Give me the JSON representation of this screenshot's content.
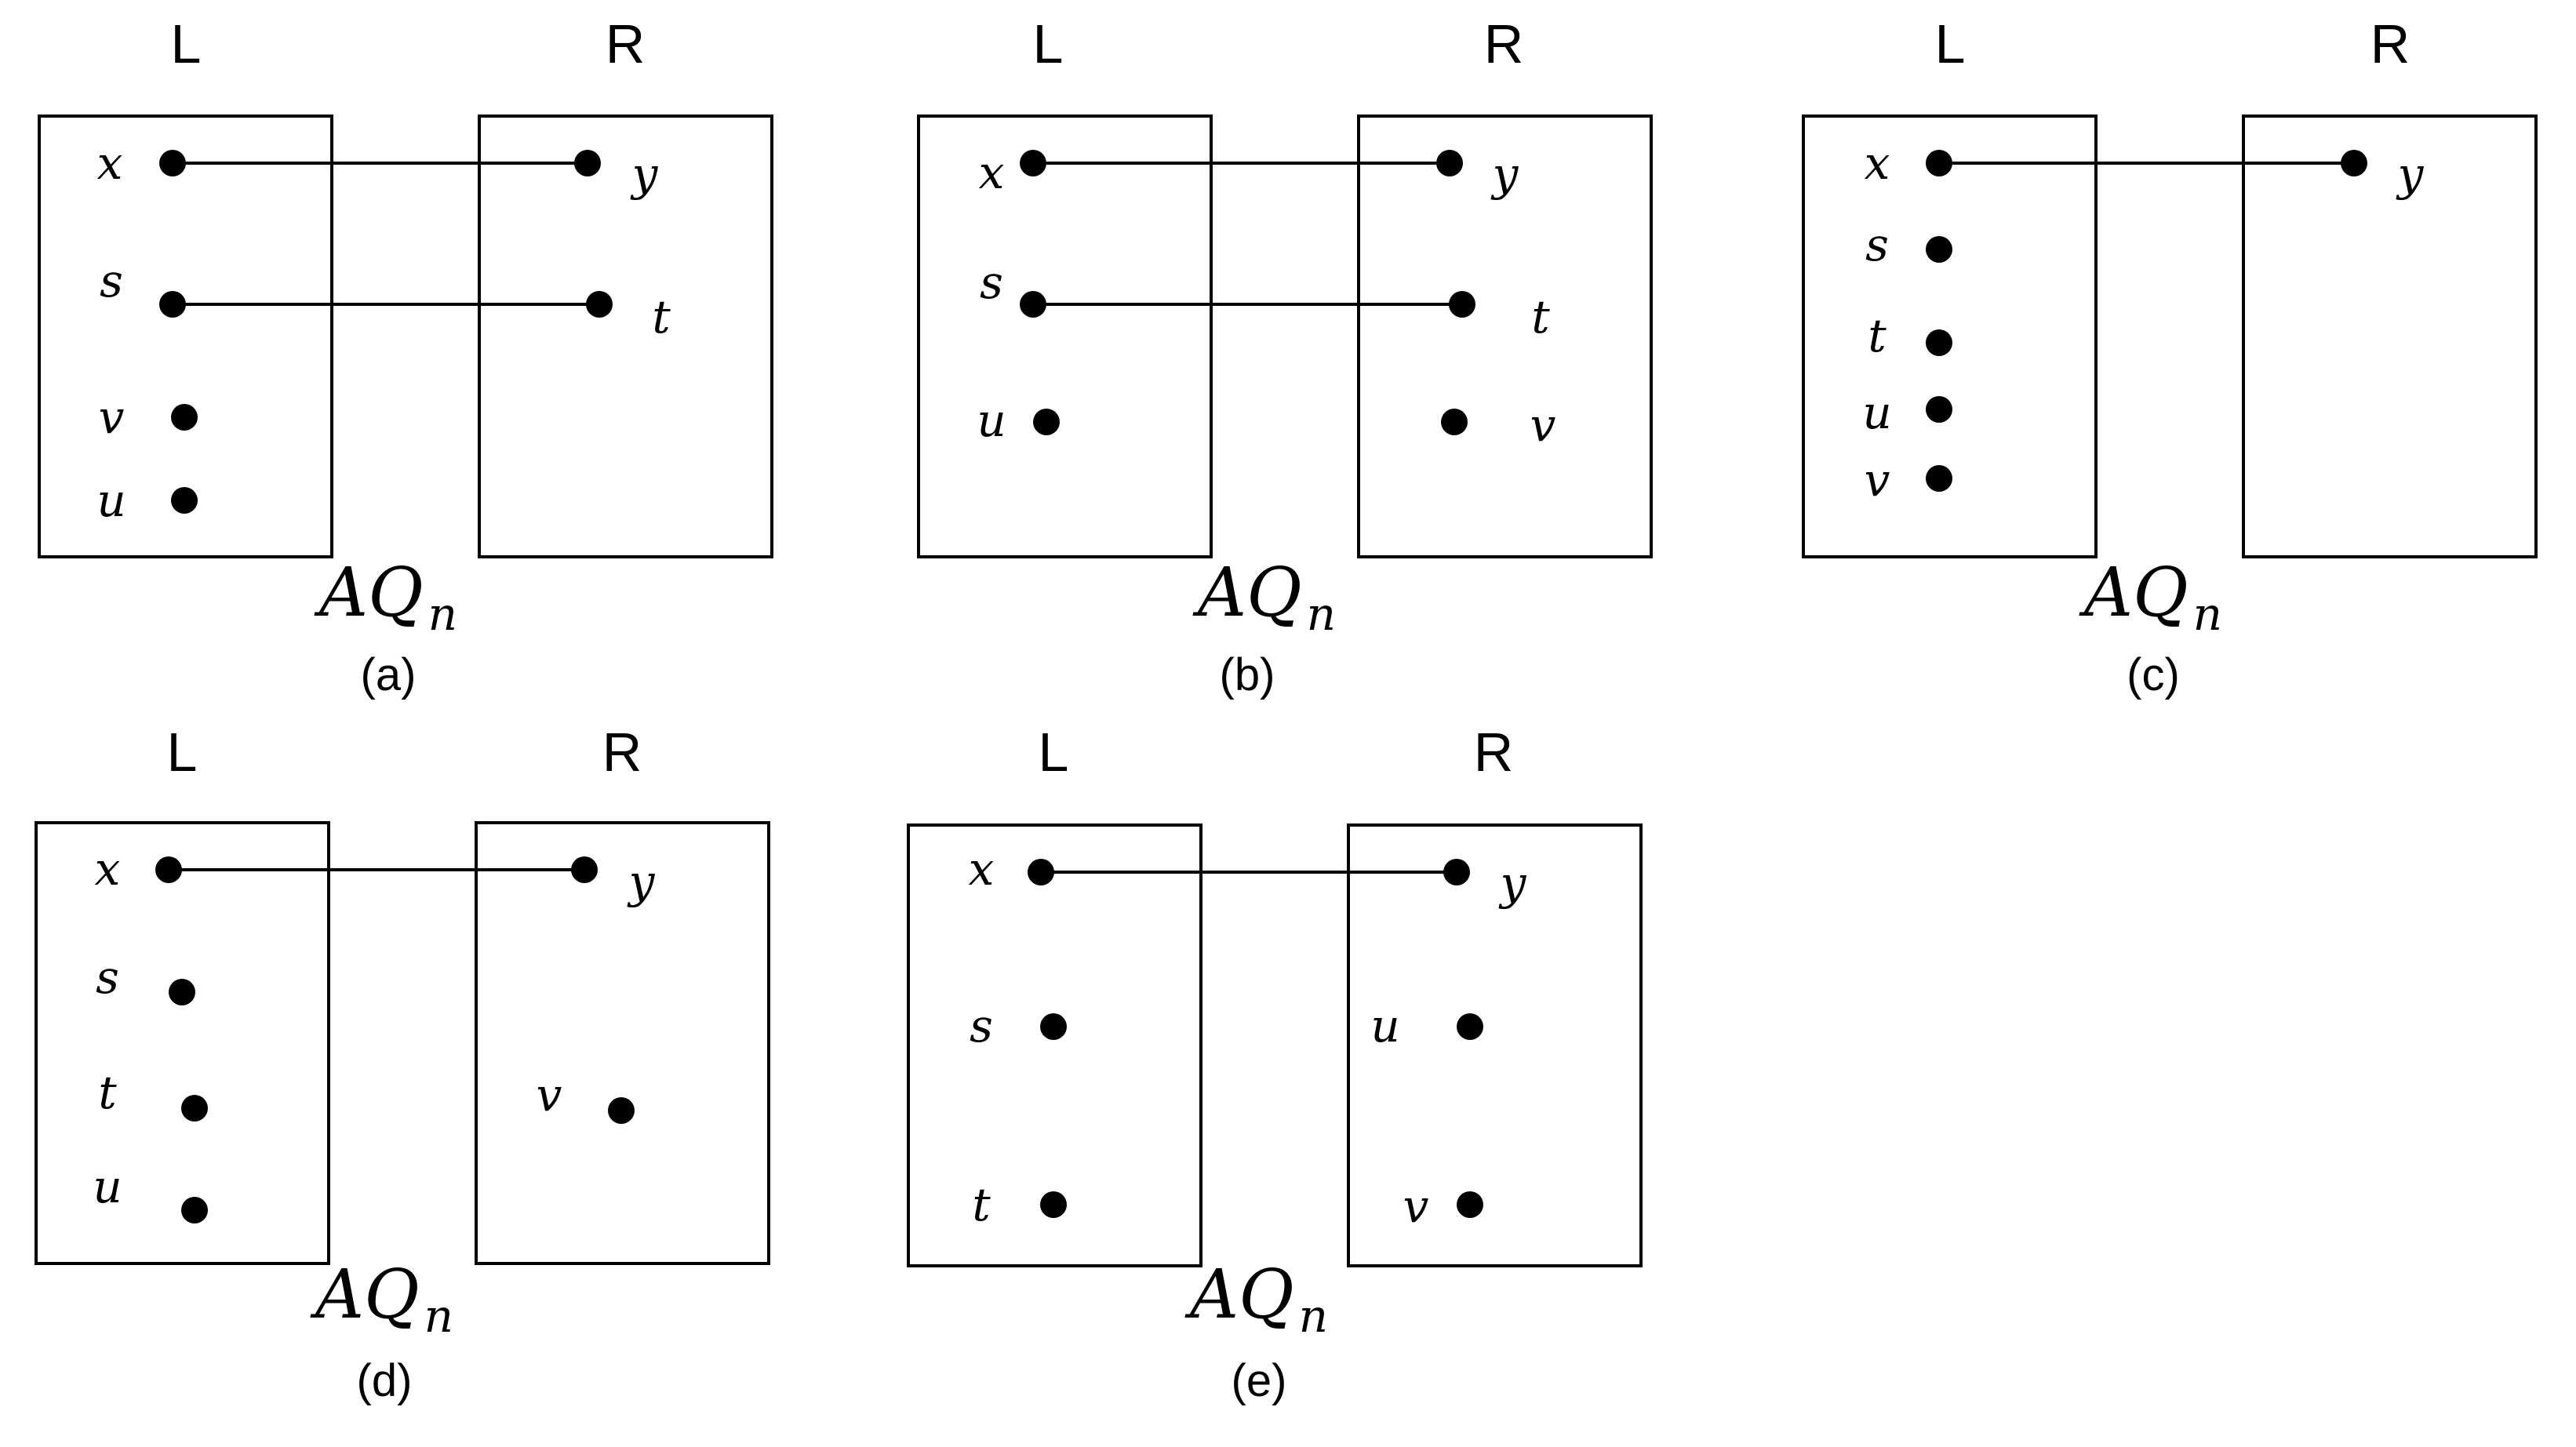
{
  "partition_labels": {
    "left": "L",
    "right": "R"
  },
  "caption_prefix": "AQ",
  "caption_subscript": "n",
  "panels": [
    {
      "id": "a",
      "label": "(a)",
      "left_nodes": [
        "x",
        "s",
        "v",
        "u"
      ],
      "right_nodes": [
        "y",
        "t"
      ],
      "edges": [
        [
          "x",
          "y"
        ],
        [
          "s",
          "t"
        ]
      ]
    },
    {
      "id": "b",
      "label": "(b)",
      "left_nodes": [
        "x",
        "s",
        "u"
      ],
      "right_nodes": [
        "y",
        "t",
        "v"
      ],
      "edges": [
        [
          "x",
          "y"
        ],
        [
          "s",
          "t"
        ]
      ]
    },
    {
      "id": "c",
      "label": "(c)",
      "left_nodes": [
        "x",
        "s",
        "t",
        "u",
        "v"
      ],
      "right_nodes": [
        "y"
      ],
      "edges": [
        [
          "x",
          "y"
        ]
      ]
    },
    {
      "id": "d",
      "label": "(d)",
      "left_nodes": [
        "x",
        "s",
        "t",
        "u"
      ],
      "right_nodes": [
        "y",
        "v"
      ],
      "edges": [
        [
          "x",
          "y"
        ]
      ]
    },
    {
      "id": "e",
      "label": "(e)",
      "left_nodes": [
        "x",
        "s",
        "t"
      ],
      "right_nodes": [
        "y",
        "u",
        "v"
      ],
      "edges": [
        [
          "x",
          "y"
        ]
      ]
    }
  ]
}
